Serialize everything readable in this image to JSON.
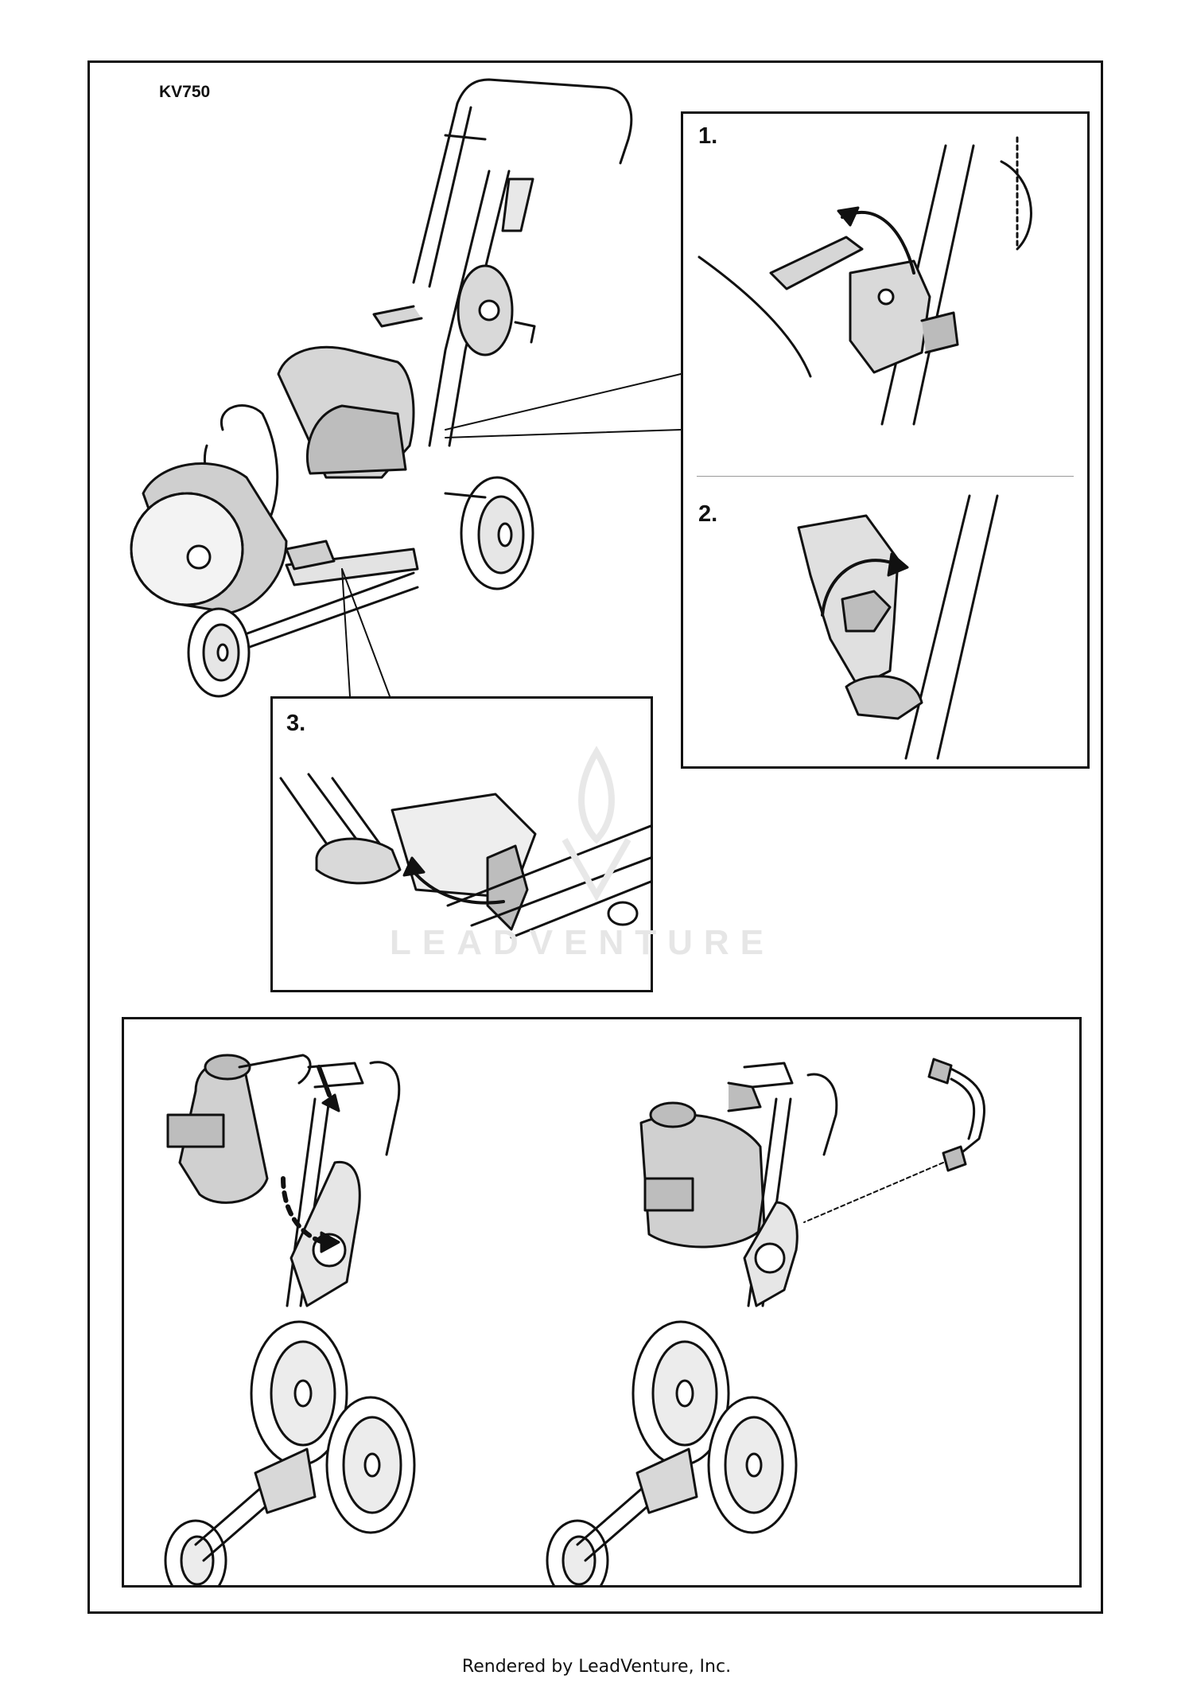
{
  "document": {
    "model": "KV750",
    "steps": [
      {
        "number": "1."
      },
      {
        "number": "2."
      },
      {
        "number": "3."
      }
    ],
    "watermark": "LEADVENTURE",
    "footer": "Rendered by LeadVenture, Inc."
  },
  "icons": {
    "rotate_arrow": "curved-arrow-icon",
    "push_arrow": "down-arrow-icon",
    "dashed_arrow": "dashed-curved-arrow-icon"
  }
}
